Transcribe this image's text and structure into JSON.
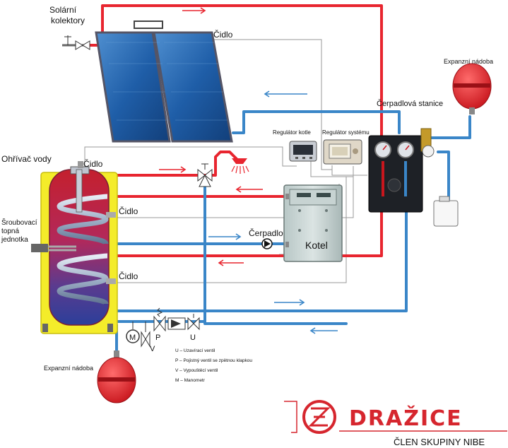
{
  "labels": {
    "solar_line1": "Solární",
    "solar_line2": "kolektory",
    "sensor_collector": "Čidlo",
    "sensor_top": "Čidlo",
    "sensor_mid": "Čidlo",
    "sensor_low": "Čidlo",
    "heater": "Ohřívač vody",
    "unit_line1": "Šroubovací",
    "unit_line2": "topná",
    "unit_line3": "jednotka",
    "pump": "Čerpadlo",
    "boiler": "Kotel",
    "regulator_boiler": "Regulátor kotle",
    "regulator_system": "Regulátor systému",
    "pump_station": "Čerpadlová stanice",
    "expansion_top": "Expanzní nádoba",
    "expansion_bottom": "Expanzní nádoba",
    "valve_p": "P",
    "valve_v": "V",
    "valve_u": "U",
    "gauge_m": "M"
  },
  "legend": [
    "U – Uzavírací ventil",
    "P – Pojistný ventil se zpětnou klapkou",
    "V – Vypouštěcí ventil",
    "M – Manometr"
  ],
  "brand": {
    "name": "DRAŽICE",
    "tagline": "ČLEN SKUPINY NIBE"
  },
  "colors": {
    "hot": "#e8252f",
    "cold": "#3a86c8",
    "signal": "#9a9a9a",
    "brand_red": "#d6262e",
    "tank_jacket": "#f4ec2a"
  }
}
